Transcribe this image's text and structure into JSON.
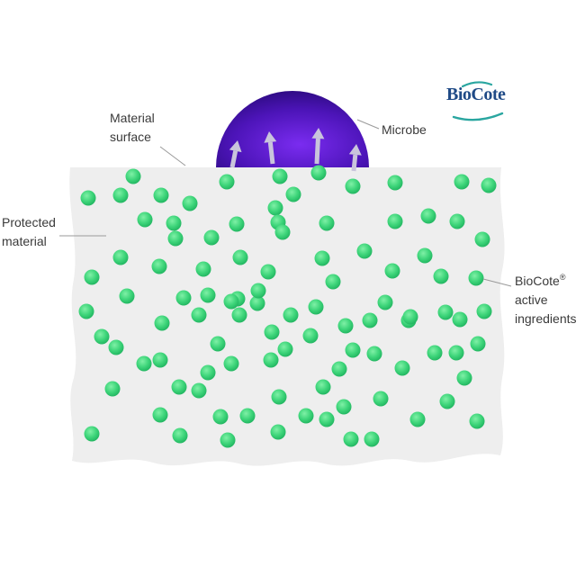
{
  "labels": {
    "material_surface": [
      "Material",
      "surface"
    ],
    "protected_material": [
      "Protected",
      "material"
    ],
    "microbe": "Microbe",
    "biocote_active_ingredients": [
      "BioCote",
      "active",
      "ingredients"
    ],
    "registered_mark": "®"
  },
  "logo": {
    "text": "BioCote"
  },
  "colors": {
    "material": "#eeeeee",
    "microbe_dark": "#2a0a7c",
    "microbe_light": "#6a24e0",
    "particle": "#3ed57a",
    "particle_edge": "#1fb25e",
    "arrow": "#c9c4dc",
    "leader_line": "#9a9a9a",
    "logo_blue": "#1f4a86",
    "logo_teal": "#2aa6a0"
  },
  "icons": {
    "microbe": "microbe-dome-icon",
    "particle": "active-ingredient-dot-icon",
    "arrow": "up-arrow-icon",
    "logo": "biocote-logo"
  },
  "particle_count": 100,
  "arrow_count": 4
}
